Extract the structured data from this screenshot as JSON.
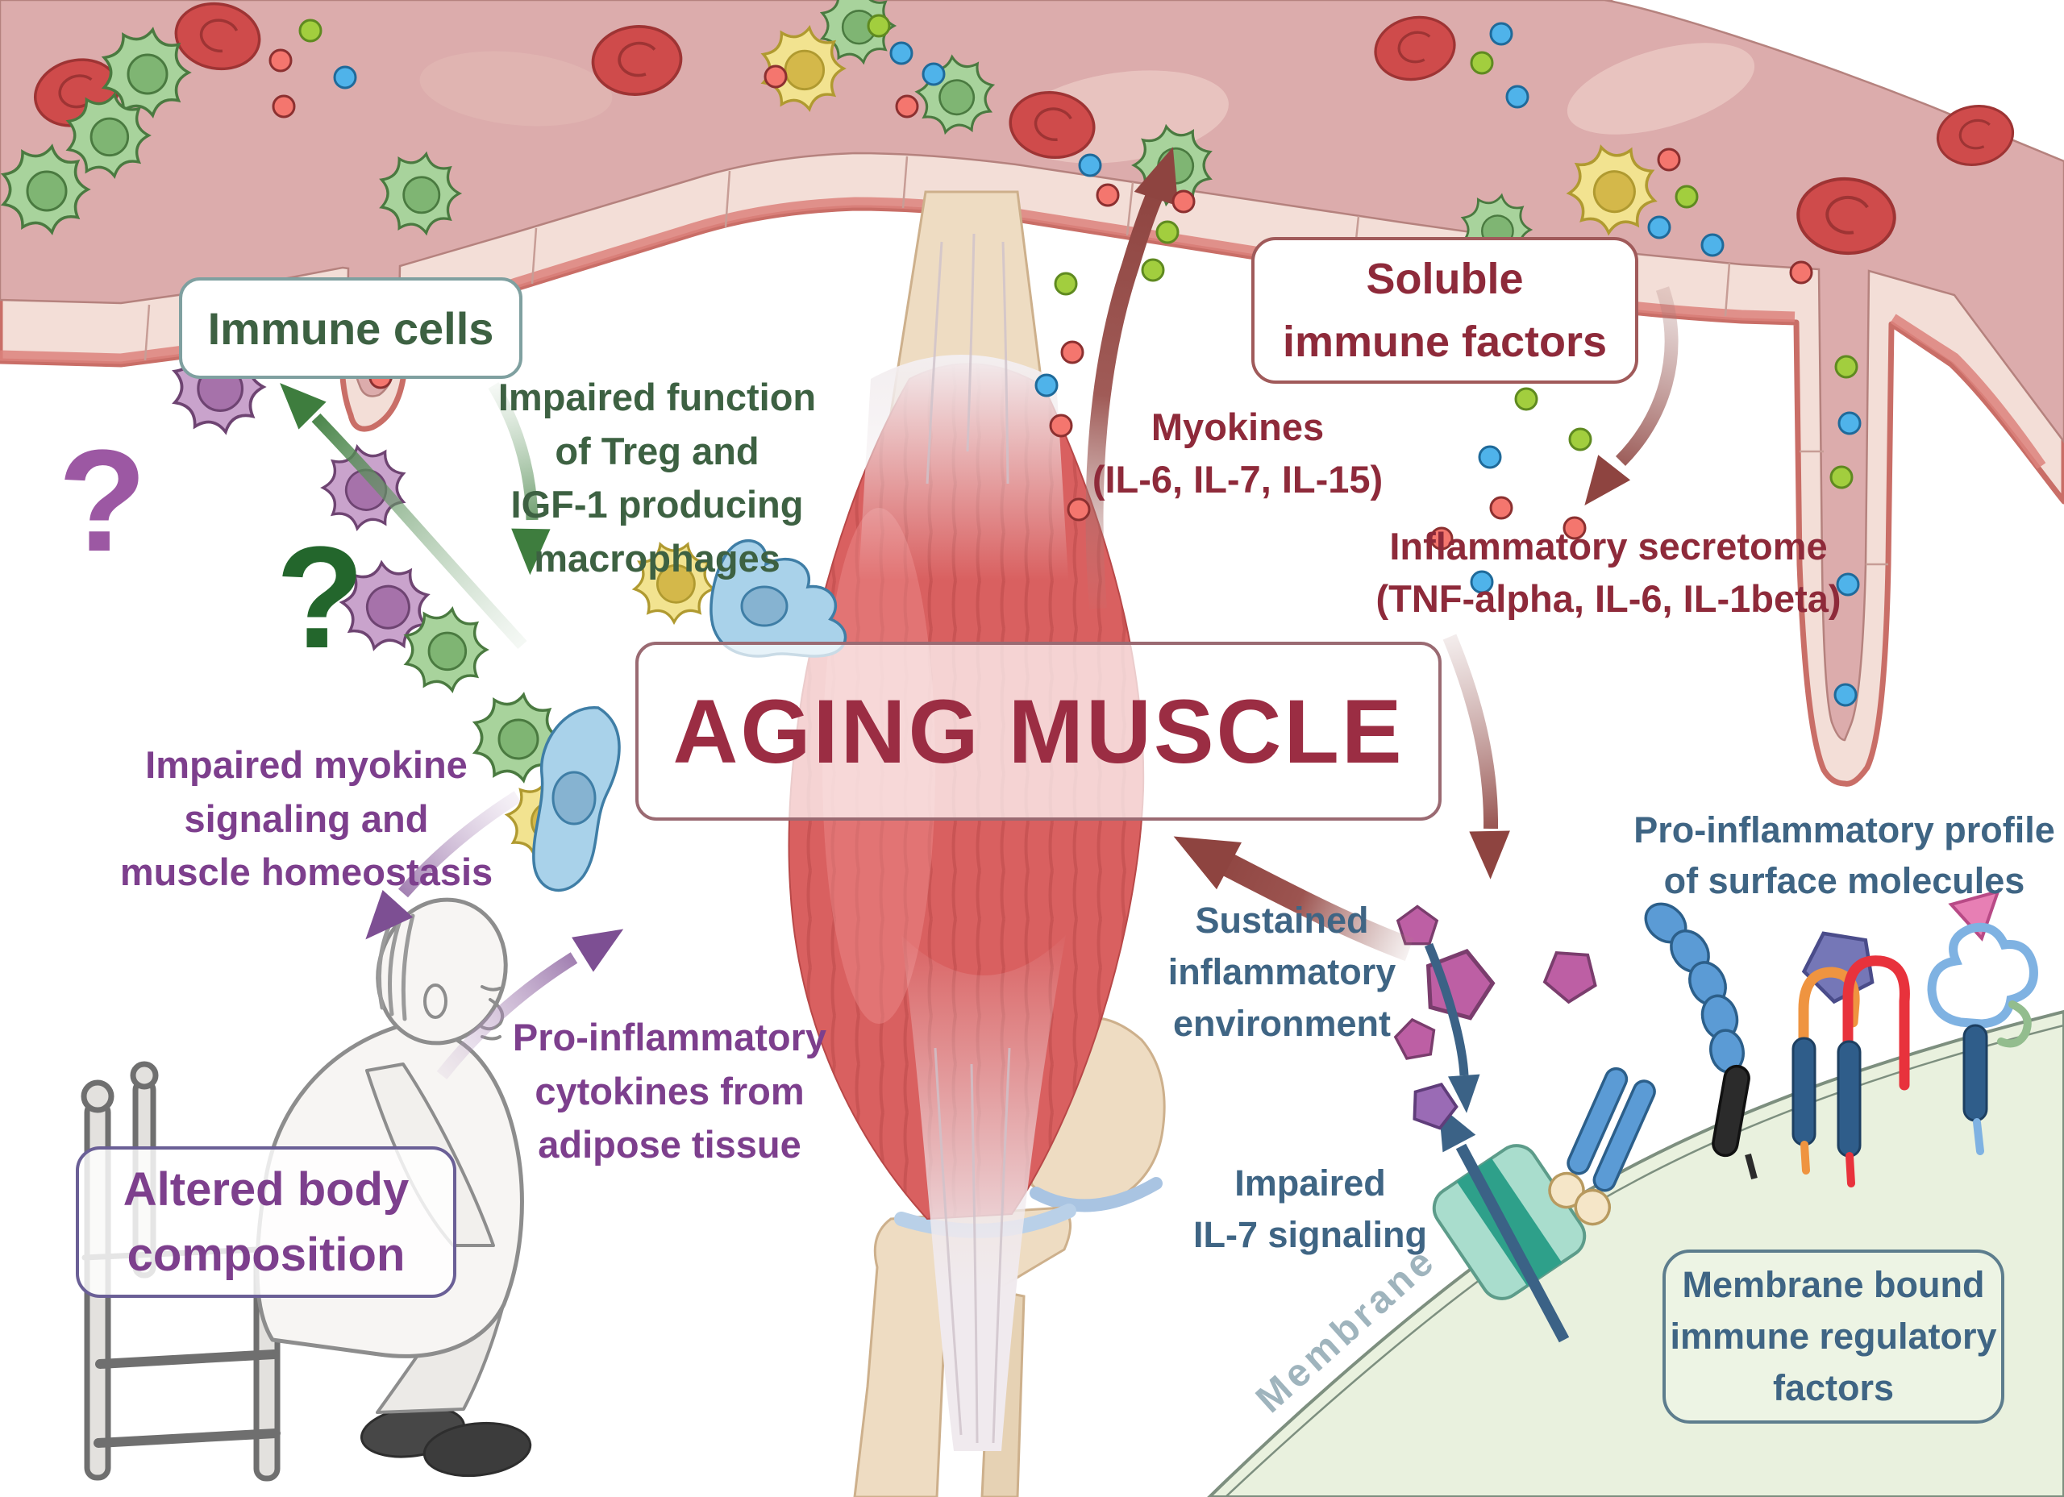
{
  "figure": {
    "type": "scientific-illustration",
    "topic": "Immune system changes and the aging muscle"
  },
  "center_title": {
    "text": "AGING MUSCLE"
  },
  "boxes": {
    "immune_cells": {
      "label": "Immune cells"
    },
    "soluble_immune_factors": {
      "line1": "Soluble",
      "line2": "immune factors"
    },
    "altered_body": {
      "line1": "Altered body",
      "line2": "composition"
    },
    "membrane_bound": {
      "line1": "Membrane bound",
      "line2": "immune regulatory",
      "line3": "factors"
    }
  },
  "annotations": {
    "impaired_function": {
      "line1": "Impaired function",
      "line2": "of Treg and",
      "line3": "IGF-1 producing",
      "line4": "macrophages"
    },
    "myokines": {
      "line1": "Myokines",
      "line2": "(IL-6, IL-7, IL-15)"
    },
    "inflammatory_secretome": {
      "line1": "Inflammatory secretome",
      "line2": "(TNF-alpha, IL-6, IL-1beta)"
    },
    "pro_inflammatory_profile": {
      "line1": "Pro-inflammatory profile",
      "line2": "of surface molecules"
    },
    "sustained_environment": {
      "line1": "Sustained",
      "line2": "inflammatory",
      "line3": "environment"
    },
    "impaired_il7": {
      "line1": "Impaired",
      "line2": "IL-7 signaling"
    },
    "impaired_myokine": {
      "line1": "Impaired myokine",
      "line2": "signaling and",
      "line3": "muscle homeostasis"
    },
    "pro_inflammatory_cytokines": {
      "line1": "Pro-inflammatory",
      "line2": "cytokines from",
      "line3": "adipose tissue"
    },
    "membrane": {
      "label": "Membrane"
    },
    "question_mark_purple": "?",
    "question_mark_green": "?"
  },
  "colors": {
    "green_text": "#3d6142",
    "maroon_text": "#8e2a3a",
    "purple_text": "#7d3f8d",
    "steel_blue_text": "#3f6584",
    "vessel_lumen": "#dcacac",
    "vessel_wall": "#f3ded7",
    "vessel_outline": "#c96e67",
    "muscle_red": "#d96060",
    "bone": "#eedcc2",
    "membrane_green": "#e9f1de",
    "red_blood_cell": "#cf4b4b",
    "immune_cell_green": "#a8d39c",
    "immune_cell_yellow": "#f2e390",
    "immune_cell_purple": "#c9a3cc",
    "immune_cell_blue": "#a9d2ea",
    "dot_red": "#f4766e",
    "dot_blue": "#4fb3ea",
    "dot_green": "#a2ce3e"
  }
}
